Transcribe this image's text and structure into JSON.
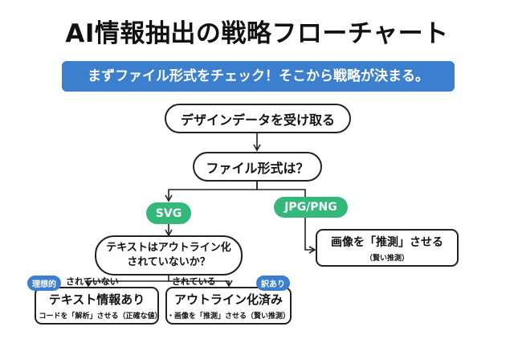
{
  "title": "AI情報抽出の戦略フローチャート",
  "banner": "まずファイル形式をチェック！そこから戦略が決まる。",
  "nodes": {
    "receive": "デザインデータを受け取る",
    "format": "ファイル形式は？",
    "outline_q_line1": "テキストはアウトライン化",
    "outline_q_line2": "されていないか？",
    "infer": {
      "main": "画像を「推測」させる",
      "sub": "（賢い推測）"
    },
    "text": {
      "main": "テキスト情報あり",
      "sub": "・コードを「解析」させる（正確な値）"
    },
    "outlined": {
      "main": "アウトライン化済み",
      "sub": "・画像を「推測」させる（賢い推測）"
    }
  },
  "tags": {
    "svg": "SVG",
    "jpg_png": "JPG/PNG"
  },
  "badges": {
    "ideal": "理想的",
    "compromise": "訳あり"
  },
  "edge_labels": {
    "not_outlined": "されていない",
    "outlined": "されている"
  },
  "colors": {
    "blue": "#3c7fcf",
    "green": "#34b87a"
  }
}
